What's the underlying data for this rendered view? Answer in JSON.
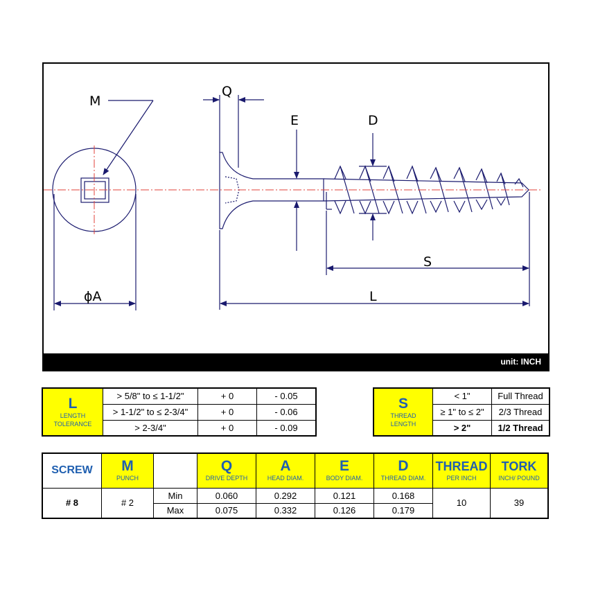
{
  "drawing": {
    "labels": {
      "m": "M",
      "q": "Q",
      "e": "E",
      "d": "D",
      "s": "S",
      "l": "L",
      "a": "ϕA"
    },
    "unit": "unit: INCH"
  },
  "length_tolerance": {
    "letter": "L",
    "caption_line1": "LENGTH",
    "caption_line2": "TOLERANCE",
    "rows": [
      {
        "range": "> 5/8\" to ≤ 1-1/2\"",
        "plus": "+ 0",
        "minus": "- 0.05"
      },
      {
        "range": "> 1-1/2\" to ≤ 2-3/4\"",
        "plus": "+ 0",
        "minus": "- 0.06"
      },
      {
        "range": "> 2-3/4\"",
        "plus": "+ 0",
        "minus": "- 0.09"
      }
    ]
  },
  "thread_length": {
    "letter": "S",
    "caption_line1": "THREAD",
    "caption_line2": "LENGTH",
    "rows": [
      {
        "range": "< 1\"",
        "thread": "Full Thread"
      },
      {
        "range": "≥ 1\" to ≤ 2\"",
        "thread": "2/3 Thread"
      },
      {
        "range": "> 2\"",
        "thread": "1/2 Thread"
      }
    ]
  },
  "spec": {
    "headers": {
      "screw": "SCREW",
      "m": "M",
      "m_sub": "PUNCH",
      "q": "Q",
      "q_sub": "DRIVE DEPTH",
      "a": "A",
      "a_sub": "HEAD DIAM.",
      "e": "E",
      "e_sub": "BODY DIAM.",
      "d": "D",
      "d_sub": "THREAD DIAM.",
      "thread": "THREAD",
      "thread_sub": "PER INCH",
      "tork": "TORK",
      "tork_sub": "INCH/ POUND"
    },
    "screw": "# 8",
    "punch": "# 2",
    "min_label": "Min",
    "max_label": "Max",
    "min": {
      "q": "0.060",
      "a": "0.292",
      "e": "0.121",
      "d": "0.168"
    },
    "max": {
      "q": "0.075",
      "a": "0.332",
      "e": "0.126",
      "d": "0.179"
    },
    "thread_per_inch": "10",
    "tork": "39"
  },
  "colors": {
    "accent": "#ffff00",
    "header_text": "#1f5fb0",
    "line": "#1a1a6e",
    "center": "#e0403a"
  }
}
